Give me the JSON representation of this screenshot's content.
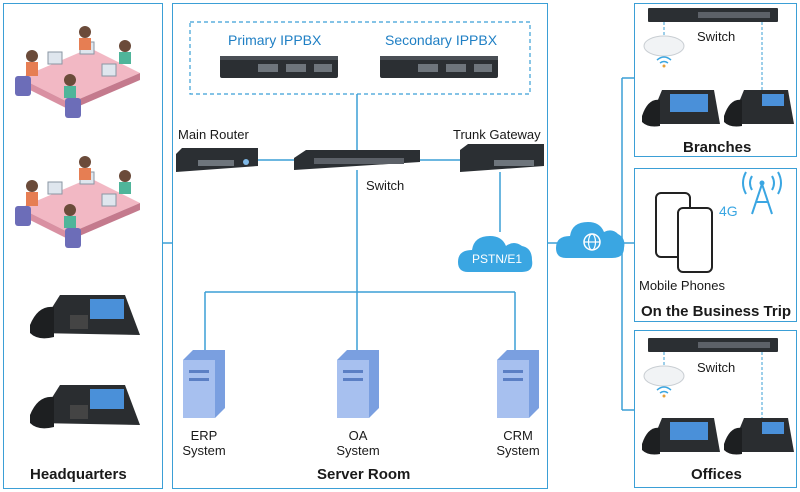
{
  "panels": {
    "headquarters": "Headquarters",
    "server_room": "Server Room",
    "branches": "Branches",
    "business_trip": "On the Business Trip",
    "offices": "Offices"
  },
  "devices": {
    "primary_ippbx": "Primary IPPBX",
    "secondary_ippbx": "Secondary IPPBX",
    "main_router": "Main Router",
    "trunk_gateway": "Trunk Gateway",
    "switch": "Switch",
    "pstn": "PSTN/E1",
    "branches_switch": "Switch",
    "offices_switch": "Switch",
    "mobile_phones": "Mobile Phones",
    "network_4g": "4G"
  },
  "servers": {
    "erp_line1": "ERP",
    "erp_line2": "System",
    "oa_line1": "OA",
    "oa_line2": "System",
    "crm_line1": "CRM",
    "crm_line2": "System"
  },
  "colors": {
    "accent": "#3b9fd6",
    "cloud": "#3aa6e2",
    "device": "#2b2f33"
  }
}
